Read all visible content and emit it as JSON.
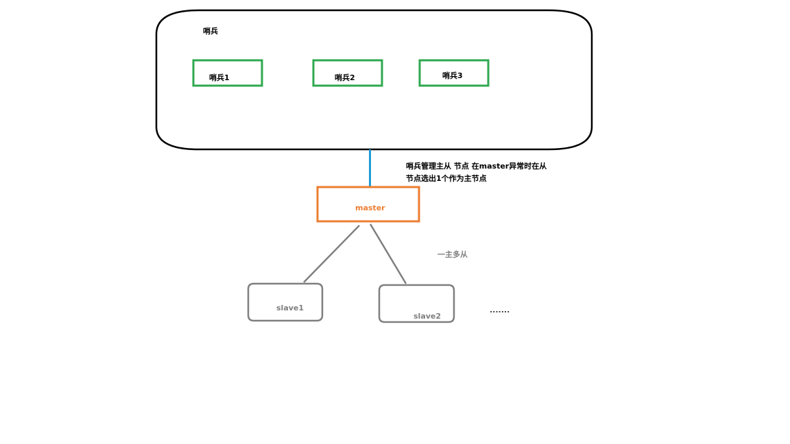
{
  "sentinel_group": {
    "title": "哨兵"
  },
  "sentinels": [
    {
      "label": "哨兵1"
    },
    {
      "label": "哨兵2"
    },
    {
      "label": "哨兵3"
    }
  ],
  "master": {
    "label": "master"
  },
  "note": {
    "line1": "哨兵管理主从 节点 在master异常时在从",
    "line2": "节点选出1个作为主节点"
  },
  "replication_label": "一主多从",
  "slaves": [
    {
      "label": "slave1"
    },
    {
      "label": "slave2"
    }
  ],
  "ellipsis": ".......",
  "colors": {
    "sentinel_border": "#2EA84F",
    "master_border": "#ED7D31",
    "connector": "#1E9BD7",
    "slave_border": "#7F7F7F",
    "group_border": "#000000"
  }
}
